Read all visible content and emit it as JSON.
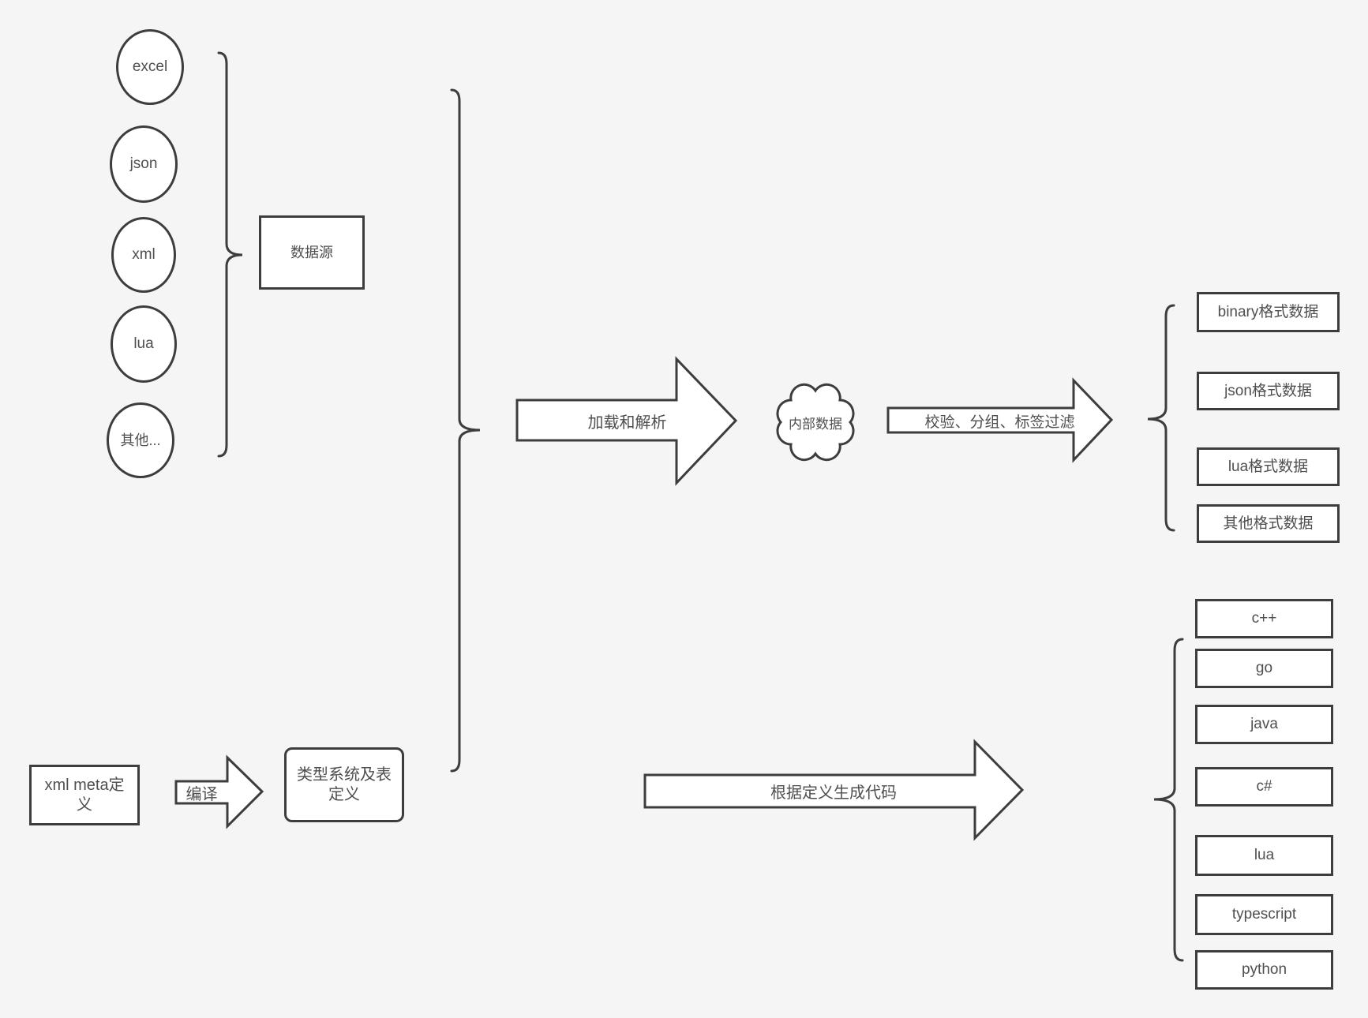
{
  "colors": {
    "background": "#f5f5f5",
    "stroke": "#3d3d3d",
    "shape_fill": "#ffffff",
    "text": "#4f4f4f"
  },
  "sources": {
    "items": [
      "excel",
      "json",
      "xml",
      "lua",
      "其他..."
    ],
    "group_label": "数据源"
  },
  "pipeline": {
    "load_parse_label": "加载和解析",
    "internal_data_label": "内部数据",
    "filter_label": "校验、分组、标签过滤",
    "codegen_label": "根据定义生成代码",
    "compile_label": "编译"
  },
  "outputs": {
    "formats": [
      "binary格式数据",
      "json格式数据",
      "lua格式数据",
      "其他格式数据"
    ],
    "languages": [
      "c++",
      "go",
      "java",
      "c#",
      "lua",
      "typescript",
      "python"
    ]
  },
  "definitions": {
    "meta_label": "xml meta定义",
    "type_system_label": "类型系统及表定义"
  }
}
